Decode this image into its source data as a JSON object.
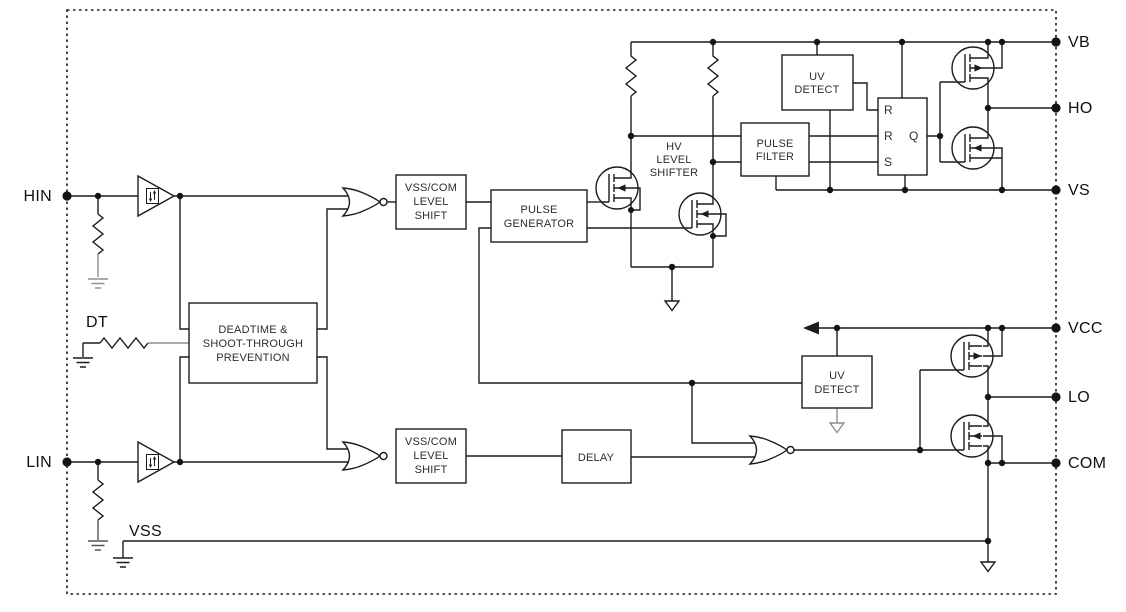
{
  "title": "half-bridge gate driver IC block diagram",
  "colors": {
    "line": "#1c1c1c",
    "gray_lead": "#8f8f8f",
    "text": "#2d2d36",
    "background": "#ffffff"
  },
  "pins": {
    "hin": "HIN",
    "dt": "DT",
    "lin": "LIN",
    "vss": "VSS",
    "vb": "VB",
    "ho": "HO",
    "vs": "VS",
    "vcc": "VCC",
    "lo": "LO",
    "com": "COM"
  },
  "blocks": {
    "deadtime": {
      "lines": [
        "DEADTIME &",
        "SHOOT-THROUGH",
        "PREVENTION"
      ]
    },
    "level_shift_high": {
      "lines": [
        "VSS/COM",
        "LEVEL",
        "SHIFT"
      ]
    },
    "level_shift_low": {
      "lines": [
        "VSS/COM",
        "LEVEL",
        "SHIFT"
      ]
    },
    "pulse_generator": {
      "lines": [
        "PULSE",
        "GENERATOR"
      ]
    },
    "delay": {
      "lines": [
        "DELAY"
      ]
    },
    "hv_level_shifter": {
      "lines": [
        "HV",
        "LEVEL",
        "SHIFTER"
      ]
    },
    "pulse_filter": {
      "lines": [
        "PULSE",
        "FILTER"
      ]
    },
    "uv_detect_high": {
      "lines": [
        "UV",
        "DETECT"
      ]
    },
    "uv_detect_low": {
      "lines": [
        "UV",
        "DETECT"
      ]
    },
    "latch": {
      "r1": "R",
      "r2": "R",
      "s": "S",
      "q": "Q"
    }
  }
}
